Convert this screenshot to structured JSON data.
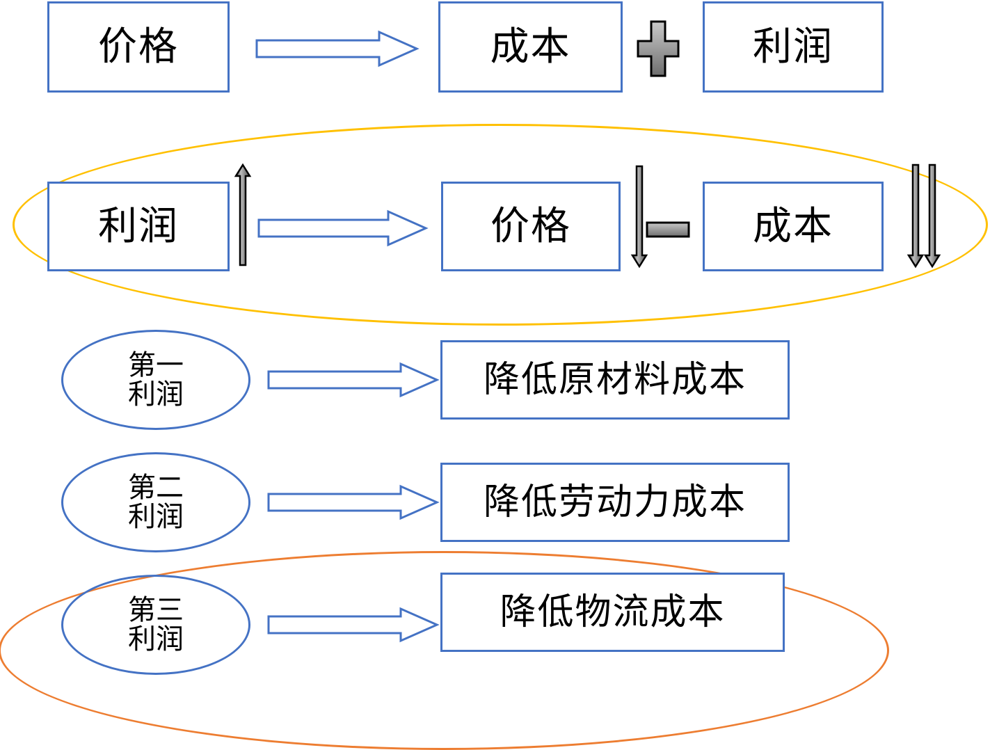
{
  "diagram": {
    "title_text": "",
    "colors": {
      "box_border": "#4472C4",
      "ellipse_border": "#4472C4",
      "arrow_outline": "#4472C4",
      "highlight_yellow": "#FFC000",
      "highlight_orange": "#ED7D31",
      "gray_arrow_light": "#BFBFBF",
      "gray_arrow_dark": "#595959",
      "text": "#000000"
    },
    "rows": {
      "row1": {
        "name": "price-equals-cost-plus-profit",
        "left_box": "价格",
        "arrow_label": "equals-arrow",
        "mid_box": "成本",
        "operator": "+",
        "right_box": "利润"
      },
      "row2": {
        "name": "profit-equals-price-minus-cost",
        "left_box": "利润",
        "left_trend": "up",
        "arrow_label": "equals-arrow",
        "mid_box": "价格",
        "mid_trend": "down",
        "operator": "−",
        "right_box": "成本",
        "right_trend_1": "down",
        "right_trend_2": "down",
        "highlight": "yellow"
      },
      "row3": {
        "name": "first-profit",
        "ellipse_line1": "第一",
        "ellipse_line2": "利润",
        "box": "降低原材料成本"
      },
      "row4": {
        "name": "second-profit",
        "ellipse_line1": "第二",
        "ellipse_line2": "利润",
        "box": "降低劳动力成本"
      },
      "row5": {
        "name": "third-profit",
        "ellipse_line1": "第三",
        "ellipse_line2": "利润",
        "box": "降低物流成本",
        "highlight": "orange"
      }
    }
  }
}
